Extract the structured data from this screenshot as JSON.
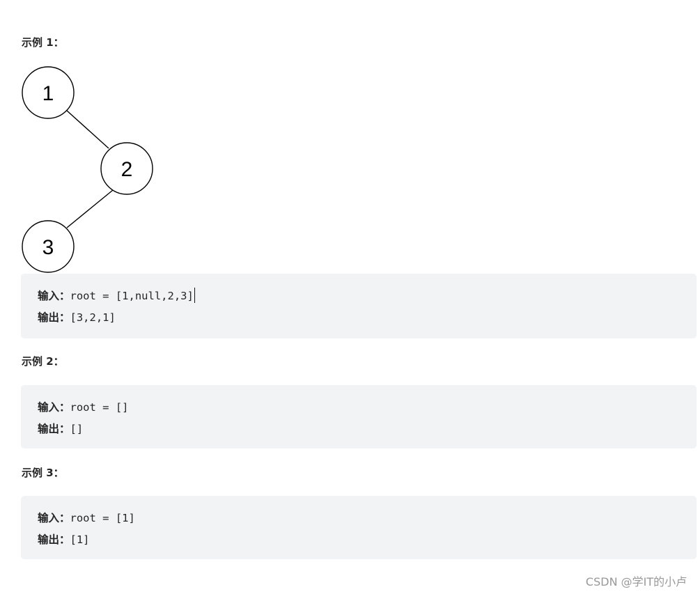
{
  "examples": [
    {
      "title": "示例 1：",
      "input_label": "输入：",
      "input_value": "root = [1,null,2,3]",
      "output_label": "输出：",
      "output_value": "[3,2,1]"
    },
    {
      "title": "示例 2：",
      "input_label": "输入：",
      "input_value": "root = []",
      "output_label": "输出：",
      "output_value": "[]"
    },
    {
      "title": "示例 3：",
      "input_label": "输入：",
      "input_value": "root = [1]",
      "output_label": "输出：",
      "output_value": "[1]"
    }
  ],
  "tree": {
    "nodes": [
      "1",
      "2",
      "3"
    ]
  },
  "watermark": "CSDN @学IT的小卢"
}
